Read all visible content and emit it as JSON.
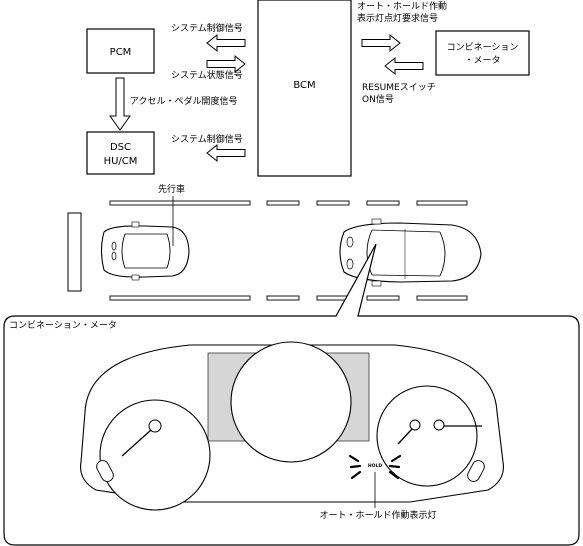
{
  "units": {
    "pcm": "PCM",
    "bcm": "BCM",
    "dsc_line1": "DSC",
    "dsc_line2": "HU/CM",
    "meter_line1": "コンビネーション",
    "meter_line2": "・メータ"
  },
  "signals": {
    "system_control_pcm": "システム制御信号",
    "system_status": "システム状態信号",
    "accel_pedal": "アクセル・ペダル開度信号",
    "system_control_dsc": "システム制御信号",
    "auto_hold_line1": "オート・ホールド作動",
    "auto_hold_line2": "表示灯点灯要求信号",
    "resume_line1": "RESUMEスイッチ",
    "resume_line2": "ON信号"
  },
  "scene": {
    "lead_vehicle_label": "先行車"
  },
  "cluster": {
    "title": "コンビネーション・メータ",
    "hold_text": "HOLD",
    "indicator_label": "オート・ホールド作動表示灯"
  }
}
